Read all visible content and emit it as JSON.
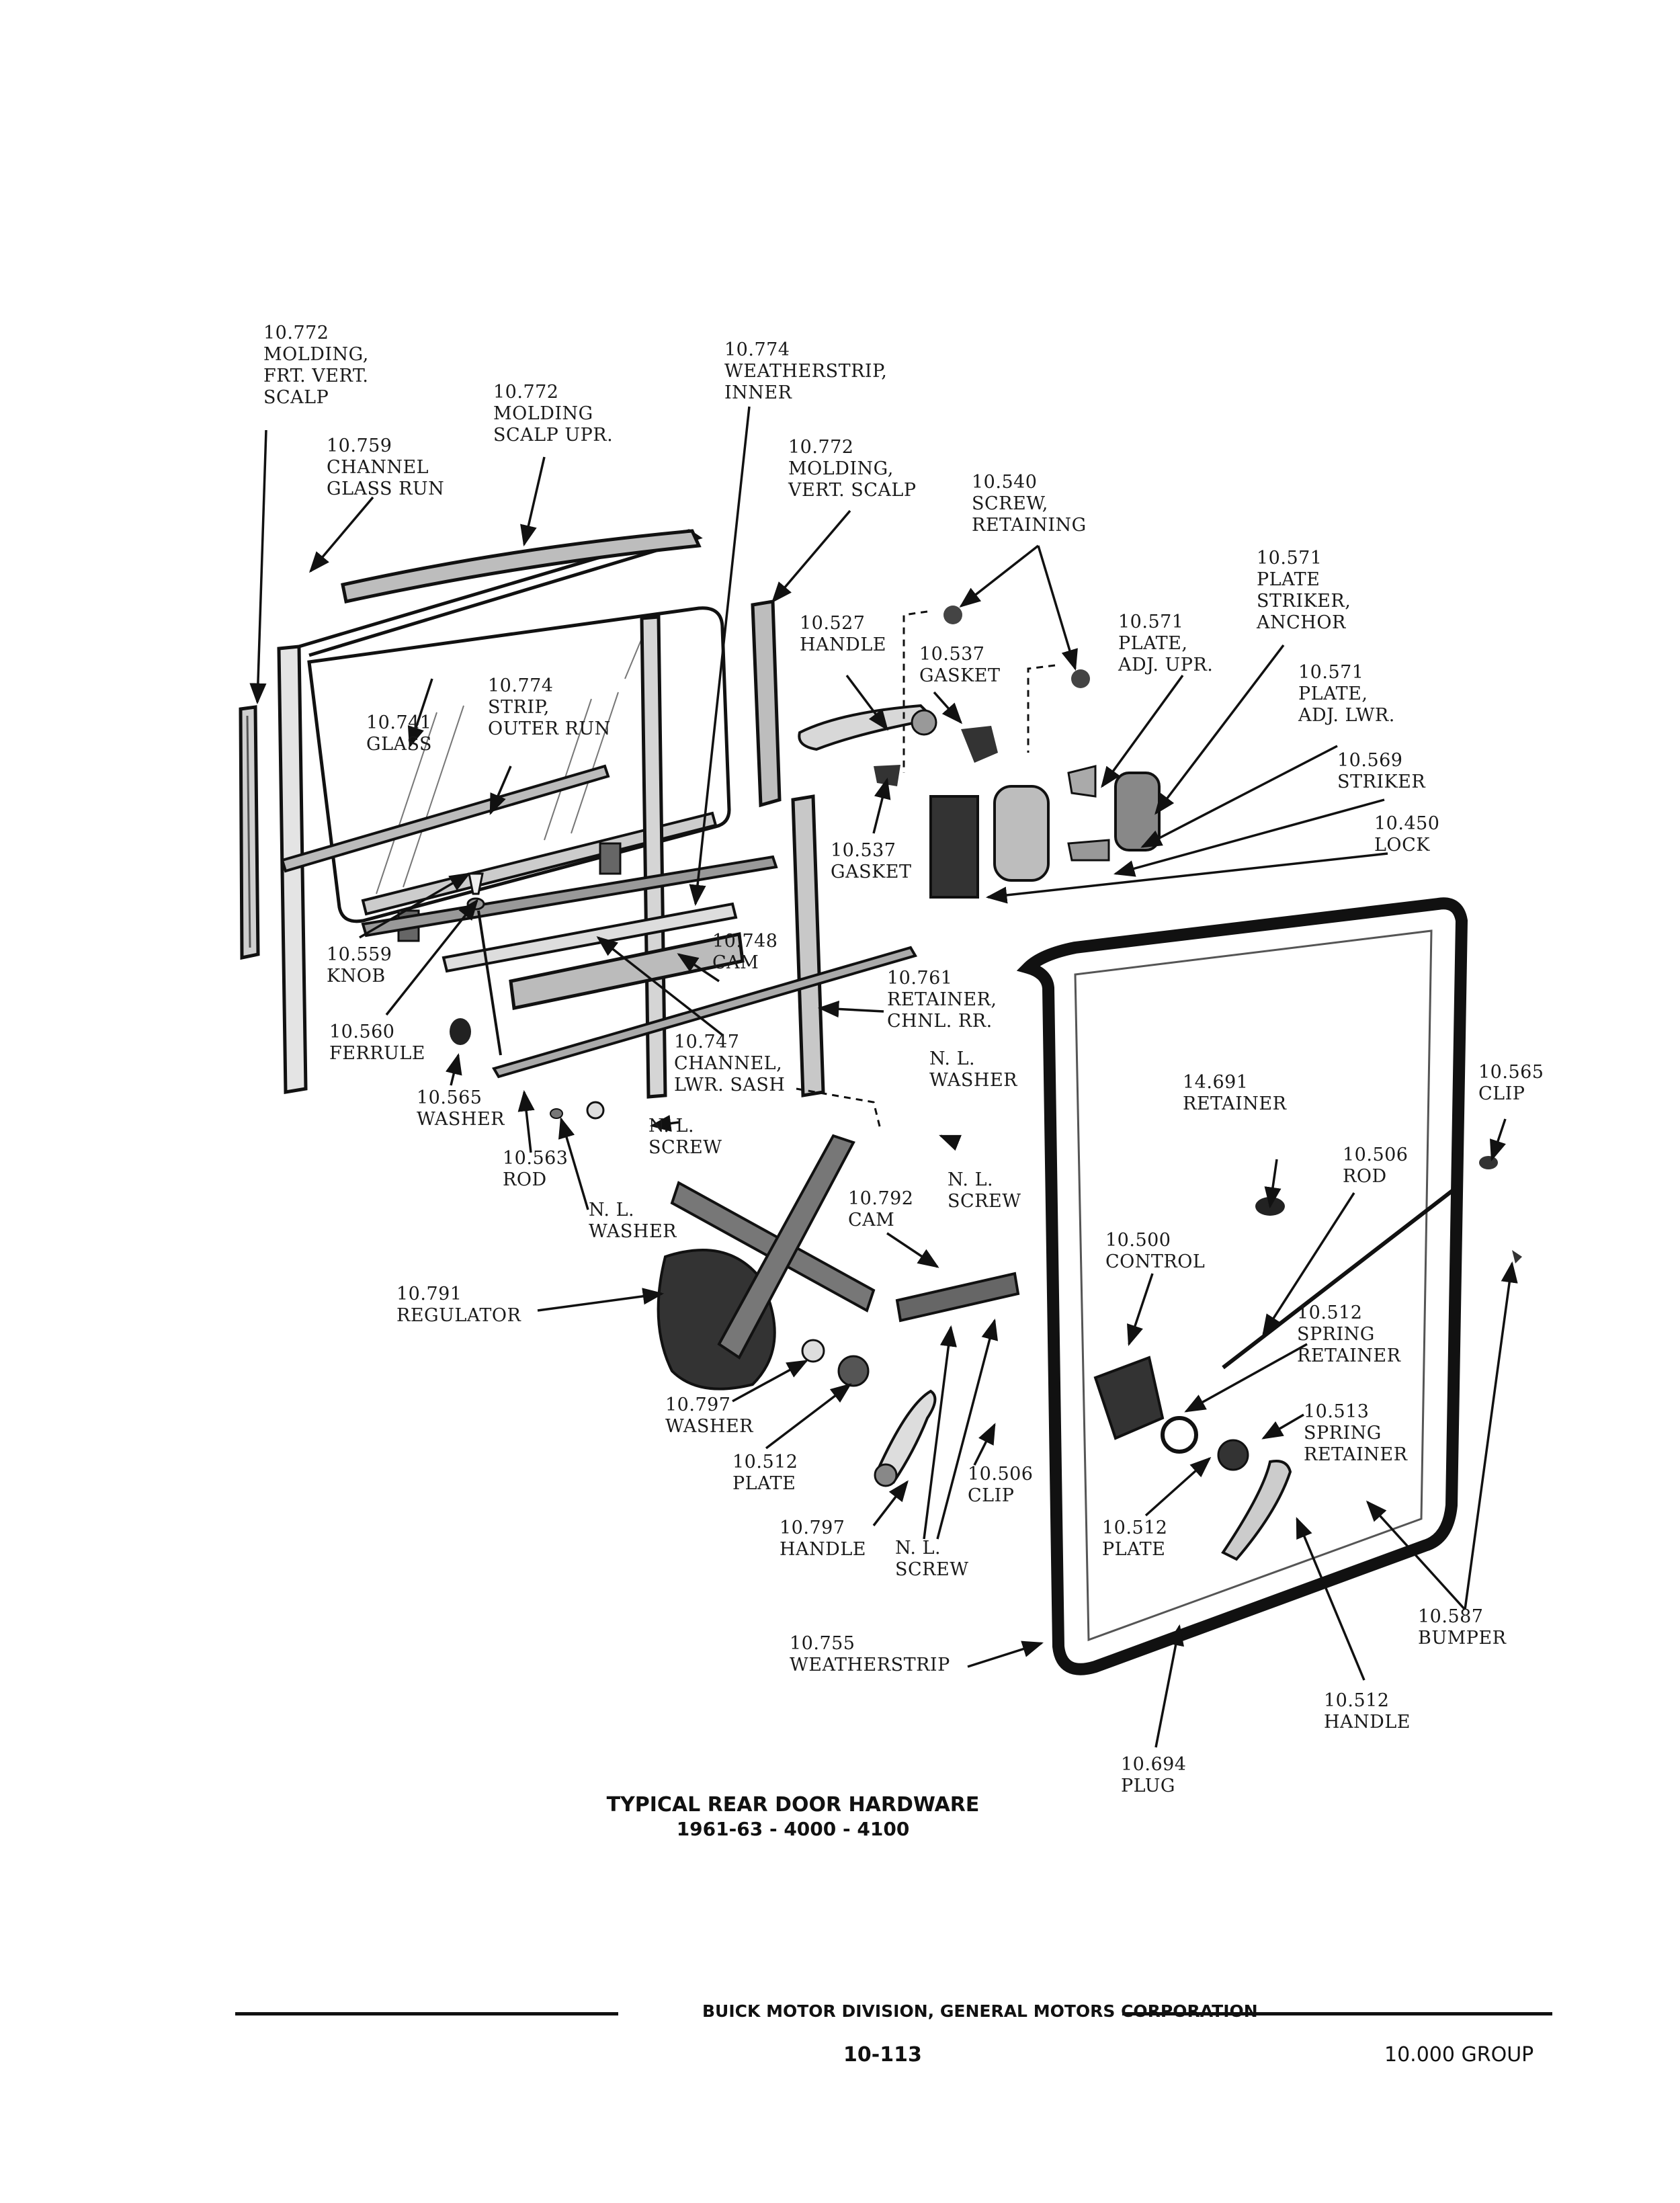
{
  "caption": {
    "title": "TYPICAL REAR DOOR HARDWARE",
    "subtitle": "1961-63 - 4000 - 4100"
  },
  "footer": {
    "corporation": "BUICK MOTOR DIVISION, GENERAL MOTORS CORPORATION",
    "page_number": "10-113",
    "group": "10.000 GROUP"
  },
  "labels": [
    {
      "id": "molding-frt-vert-scalp",
      "num": "10.772",
      "lines": [
        "MOLDING,",
        "FRT. VERT.",
        "SCALP"
      ]
    },
    {
      "id": "channel-glass-run",
      "num": "10.759",
      "lines": [
        "CHANNEL",
        "GLASS RUN"
      ]
    },
    {
      "id": "molding-scalp-upr",
      "num": "10.772",
      "lines": [
        "MOLDING",
        "SCALP UPR."
      ]
    },
    {
      "id": "weatherstrip-inner",
      "num": "10.774",
      "lines": [
        "WEATHERSTRIP,",
        "INNER"
      ]
    },
    {
      "id": "molding-vert-scalp",
      "num": "10.772",
      "lines": [
        "MOLDING,",
        "VERT. SCALP"
      ]
    },
    {
      "id": "screw-retaining",
      "num": "10.540",
      "lines": [
        "SCREW,",
        "RETAINING"
      ]
    },
    {
      "id": "plate-striker-anchor",
      "num": "10.571",
      "lines": [
        "PLATE",
        "STRIKER,",
        "ANCHOR"
      ]
    },
    {
      "id": "plate-adj-upr",
      "num": "10.571",
      "lines": [
        "PLATE,",
        "ADJ. UPR."
      ]
    },
    {
      "id": "plate-adj-lwr",
      "num": "10.571",
      "lines": [
        "PLATE,",
        "ADJ. LWR."
      ]
    },
    {
      "id": "handle-outside",
      "num": "10.527",
      "lines": [
        "HANDLE"
      ]
    },
    {
      "id": "gasket-upper",
      "num": "10.537",
      "lines": [
        "GASKET"
      ]
    },
    {
      "id": "glass",
      "num": "10.741",
      "lines": [
        "GLASS"
      ]
    },
    {
      "id": "strip-outer-run",
      "num": "10.774",
      "lines": [
        "STRIP,",
        "OUTER RUN"
      ]
    },
    {
      "id": "striker",
      "num": "10.569",
      "lines": [
        "STRIKER"
      ]
    },
    {
      "id": "lock",
      "num": "10.450",
      "lines": [
        "LOCK"
      ]
    },
    {
      "id": "gasket-lower",
      "num": "10.537",
      "lines": [
        "GASKET"
      ]
    },
    {
      "id": "knob",
      "num": "10.559",
      "lines": [
        "KNOB"
      ]
    },
    {
      "id": "cam-upper",
      "num": "10.748",
      "lines": [
        "CAM"
      ]
    },
    {
      "id": "retainer-chnl-rr",
      "num": "10.761",
      "lines": [
        "RETAINER,",
        "CHNL. RR."
      ]
    },
    {
      "id": "ferrule",
      "num": "10.560",
      "lines": [
        "FERRULE"
      ]
    },
    {
      "id": "channel-lwr-sash",
      "num": "10.747",
      "lines": [
        "CHANNEL,",
        "LWR. SASH"
      ]
    },
    {
      "id": "nl-washer-right",
      "num": "N. L.",
      "lines": [
        "WASHER"
      ]
    },
    {
      "id": "washer-565",
      "num": "10.565",
      "lines": [
        "WASHER"
      ]
    },
    {
      "id": "nl-screw-upper",
      "num": "N. L.",
      "lines": [
        "SCREW"
      ]
    },
    {
      "id": "retainer-14691",
      "num": "14.691",
      "lines": [
        "RETAINER"
      ]
    },
    {
      "id": "clip-565",
      "num": "10.565",
      "lines": [
        "CLIP"
      ]
    },
    {
      "id": "rod-563",
      "num": "10.563",
      "lines": [
        "ROD"
      ]
    },
    {
      "id": "nl-washer-left",
      "num": "N. L.",
      "lines": [
        "WASHER"
      ]
    },
    {
      "id": "nl-screw-right",
      "num": "N. L.",
      "lines": [
        "SCREW"
      ]
    },
    {
      "id": "rod-506",
      "num": "10.506",
      "lines": [
        "ROD"
      ]
    },
    {
      "id": "cam-792",
      "num": "10.792",
      "lines": [
        "CAM"
      ]
    },
    {
      "id": "control",
      "num": "10.500",
      "lines": [
        "CONTROL"
      ]
    },
    {
      "id": "regulator",
      "num": "10.791",
      "lines": [
        "REGULATOR"
      ]
    },
    {
      "id": "spring-retainer-512",
      "num": "10.512",
      "lines": [
        "SPRING",
        "RETAINER"
      ]
    },
    {
      "id": "washer-797",
      "num": "10.797",
      "lines": [
        "WASHER"
      ]
    },
    {
      "id": "spring-retainer-513",
      "num": "10.513",
      "lines": [
        "SPRING",
        "RETAINER"
      ]
    },
    {
      "id": "plate-512-left",
      "num": "10.512",
      "lines": [
        "PLATE"
      ]
    },
    {
      "id": "clip-506",
      "num": "10.506",
      "lines": [
        "CLIP"
      ]
    },
    {
      "id": "handle-797",
      "num": "10.797",
      "lines": [
        "HANDLE"
      ]
    },
    {
      "id": "nl-screw-lower",
      "num": "N. L.",
      "lines": [
        "SCREW"
      ]
    },
    {
      "id": "plate-512-right",
      "num": "10.512",
      "lines": [
        "PLATE"
      ]
    },
    {
      "id": "weatherstrip-755",
      "num": "10.755",
      "lines": [
        "WEATHERSTRIP"
      ]
    },
    {
      "id": "bumper",
      "num": "10.587",
      "lines": [
        "BUMPER"
      ]
    },
    {
      "id": "handle-512",
      "num": "10.512",
      "lines": [
        "HANDLE"
      ]
    },
    {
      "id": "plug",
      "num": "10.694",
      "lines": [
        "PLUG"
      ]
    }
  ]
}
